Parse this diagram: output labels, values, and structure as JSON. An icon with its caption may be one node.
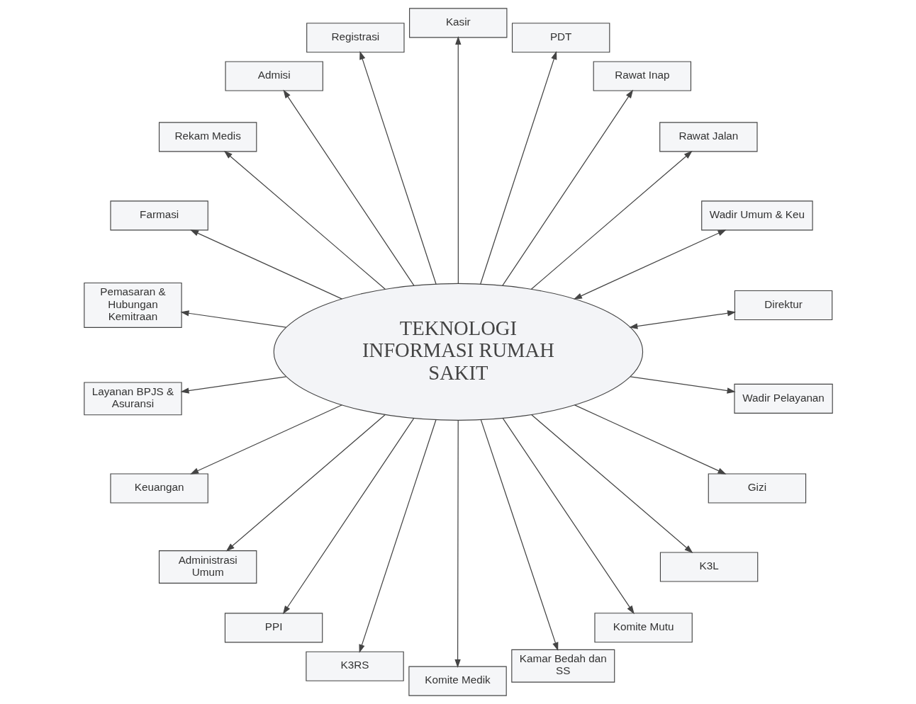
{
  "diagram": {
    "nodes": [
      {
        "text": [
          "TEKNOLOGI INFORMASI RUMAH SAKIT"
        ]
      },
      {
        "text": [
          "Direktur"
        ]
      },
      {
        "text": [
          "Wadir Umum & Keu"
        ]
      },
      {
        "text": [
          "Rawat Jalan"
        ]
      },
      {
        "text": [
          "Rawat Inap"
        ]
      },
      {
        "text": [
          "PDT"
        ]
      },
      {
        "text": [
          "Kasir"
        ]
      },
      {
        "text": [
          "Registrasi"
        ]
      },
      {
        "text": [
          "Admisi"
        ]
      },
      {
        "text": [
          "Rekam Medis"
        ]
      },
      {
        "text": [
          "Farmasi"
        ]
      },
      {
        "text": [
          "Pemasaran & Hubungan Kemitraan"
        ]
      },
      {
        "text": [
          "Layanan BPJS & Asuransi"
        ]
      },
      {
        "text": [
          "Keuangan"
        ]
      },
      {
        "text": [
          "Administrasi Umum"
        ]
      },
      {
        "text": [
          "PPI"
        ]
      },
      {
        "text": [
          "K3RS"
        ]
      },
      {
        "text": [
          "Komite Medik"
        ]
      },
      {
        "text": [
          "Kamar Bedah dan SS"
        ]
      },
      {
        "text": [
          "Komite Mutu"
        ]
      },
      {
        "text": [
          "K3L"
        ]
      },
      {
        "text": [
          "Gizi"
        ]
      },
      {
        "text": [
          "Wadir Pelayanan"
        ]
      }
    ],
    "edges": [
      {
        "from": 0,
        "to": 1,
        "arrow": "both"
      },
      {
        "from": 0,
        "to": 2,
        "arrow": "both"
      },
      {
        "from": 0,
        "to": 3,
        "arrow": "to"
      },
      {
        "from": 0,
        "to": 4,
        "arrow": "to"
      },
      {
        "from": 0,
        "to": 5,
        "arrow": "to"
      },
      {
        "from": 0,
        "to": 6,
        "arrow": "to"
      },
      {
        "from": 0,
        "to": 7,
        "arrow": "to"
      },
      {
        "from": 0,
        "to": 8,
        "arrow": "to"
      },
      {
        "from": 0,
        "to": 9,
        "arrow": "to"
      },
      {
        "from": 0,
        "to": 10,
        "arrow": "to"
      },
      {
        "from": 0,
        "to": 11,
        "arrow": "to"
      },
      {
        "from": 0,
        "to": 12,
        "arrow": "to"
      },
      {
        "from": 0,
        "to": 13,
        "arrow": "to"
      },
      {
        "from": 0,
        "to": 14,
        "arrow": "to"
      },
      {
        "from": 0,
        "to": 15,
        "arrow": "to"
      },
      {
        "from": 0,
        "to": 16,
        "arrow": "to"
      },
      {
        "from": 0,
        "to": 17,
        "arrow": "to"
      },
      {
        "from": 0,
        "to": 18,
        "arrow": "to"
      },
      {
        "from": 0,
        "to": 19,
        "arrow": "to"
      },
      {
        "from": 0,
        "to": 20,
        "arrow": "to"
      },
      {
        "from": 0,
        "to": 21,
        "arrow": "to"
      },
      {
        "from": 0,
        "to": 22,
        "arrow": "to"
      }
    ]
  }
}
